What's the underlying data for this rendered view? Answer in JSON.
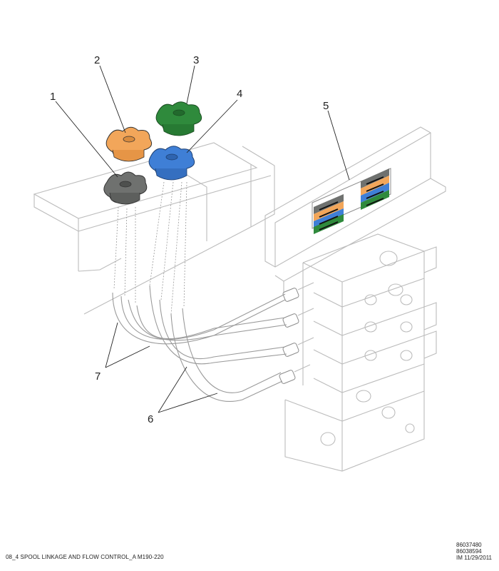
{
  "figure": {
    "title": "08_4 SPOOL LINKAGE AND FLOW CONTROL_A M190-220",
    "image_ids": [
      "86037480",
      "86038594",
      "IM 11/29/2011"
    ]
  },
  "callouts": [
    {
      "number": "1",
      "part": "knob",
      "color": "#6f716f"
    },
    {
      "number": "2",
      "part": "knob",
      "color": "#f2a65a"
    },
    {
      "number": "3",
      "part": "knob",
      "color": "#2f8a3c"
    },
    {
      "number": "4",
      "part": "knob",
      "color": "#3f7fd6"
    },
    {
      "number": "5",
      "part": "decal",
      "color": ""
    },
    {
      "number": "6",
      "part": "cable",
      "color": ""
    },
    {
      "number": "7",
      "part": "cable",
      "color": ""
    }
  ],
  "decal_colors": {
    "gray": "#6f716f",
    "orange": "#f2a65a",
    "blue": "#3f7fd6",
    "green": "#2f8a3c"
  }
}
